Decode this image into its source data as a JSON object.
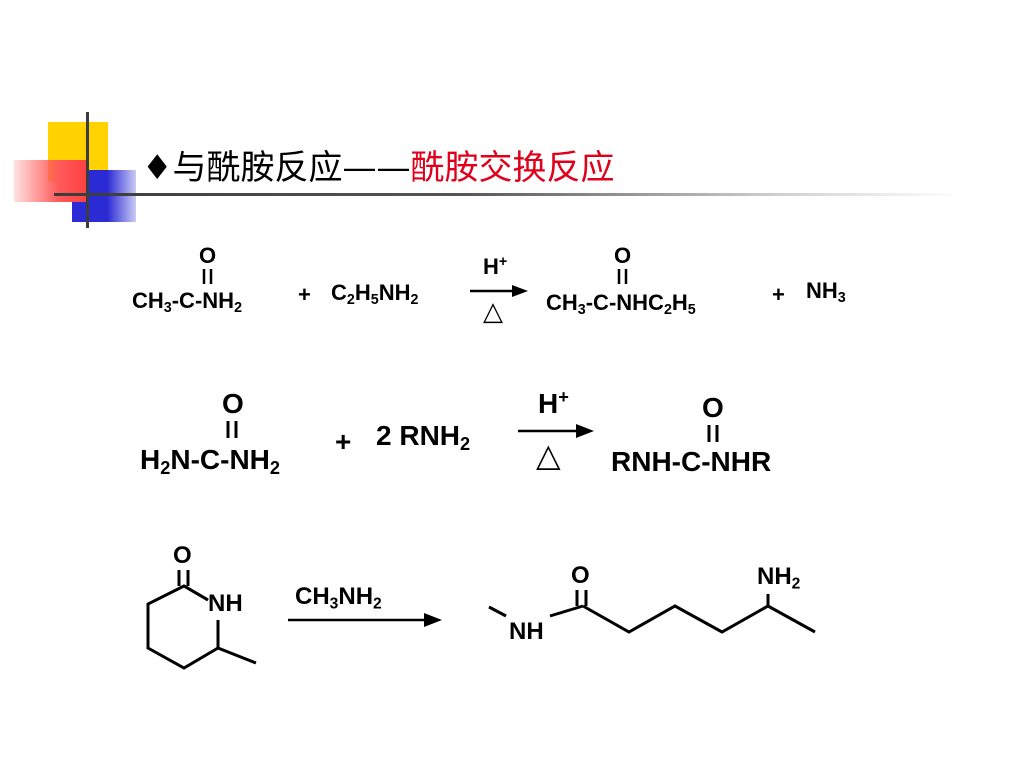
{
  "title": {
    "bullet": "♦",
    "main": "与酰胺反应",
    "dash": "——",
    "highlight": "酰胺交换反应"
  },
  "colors": {
    "title_highlight": "#e0001b",
    "deco_yellow": "#ffd200",
    "deco_red": "#ff5a5a",
    "deco_blue": "#2b2bd6",
    "deco_line": "#3c3c3c"
  },
  "reaction1": {
    "reactant_carbonyl_o": "O",
    "reactant": {
      "a": "CH",
      "b": "3",
      "c": "-C-NH",
      "d": "2"
    },
    "plus1": "+",
    "reagent": {
      "a": "C",
      "b": "2",
      "c": "H",
      "d": "5",
      "e": "NH",
      "f": "2"
    },
    "catalyst": {
      "a": "H",
      "b": "+"
    },
    "heat": "△",
    "product_carbonyl_o": "O",
    "product": {
      "a": "CH",
      "b": "3",
      "c": "-C-NHC",
      "d": "2",
      "e": "H",
      "f": "5"
    },
    "plus2": "+",
    "byproduct": {
      "a": "NH",
      "b": "3"
    }
  },
  "reaction2": {
    "reactant_carbonyl_o": "O",
    "reactant": {
      "a": "H",
      "b": "2",
      "c": "N-C-NH",
      "d": "2"
    },
    "plus": "+",
    "reagent": {
      "a": "2 RNH",
      "b": "2"
    },
    "catalyst": {
      "a": "H",
      "b": "+"
    },
    "heat": "△",
    "product_carbonyl_o": "O",
    "product": "RNH-C-NHR"
  },
  "reaction3": {
    "ring_o": "O",
    "ring_nh": "NH",
    "reagent": {
      "a": "CH",
      "b": "3",
      "c": "NH",
      "d": "2"
    },
    "product_o": "O",
    "product_nh": "NH",
    "product_nh2": {
      "a": "NH",
      "b": "2"
    }
  }
}
